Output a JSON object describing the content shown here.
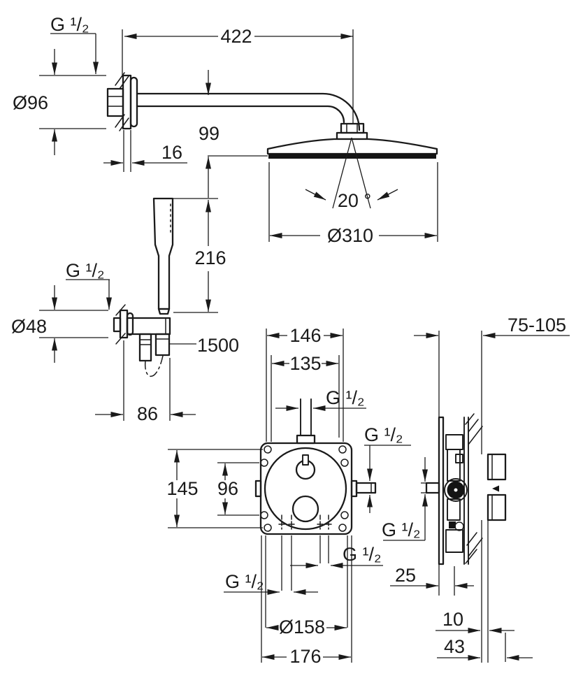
{
  "drawing": {
    "background": "#ffffff",
    "ink": "#1a1a1a",
    "head_shower": {
      "wall_thread": "G ¹/₂",
      "arm_length": "422",
      "wall_flange_diameter": "Ø96",
      "head_offset": "99",
      "flange_thickness": "16",
      "spray_angle": "20 °",
      "head_diameter": "Ø310"
    },
    "hand_shower": {
      "wall_thread": "G ¹/₂",
      "hand_shower_length": "216",
      "hose_length": "1500",
      "holder_flange_diameter": "Ø48",
      "outlet_offset": "86"
    },
    "mixer_front_view": {
      "outer_hole_spacing_width": "146",
      "inner_hole_spacing_width": "135",
      "top_outlet_thread": "G ¹/₂",
      "outer_hole_spacing_height": "145",
      "inner_hole_spacing_height": "96",
      "bottom_left_thread": "G ¹/₂",
      "bottom_right_thread": "G ¹/₂",
      "cover_plate_diameter": "Ø158",
      "box_width": "176"
    },
    "mixer_side_view": {
      "installation_depth_range": "75-105",
      "side_outlet_thread": "G ¹/₂",
      "front_outlet_thread": "G ¹/₂",
      "front_clearance": "25",
      "wall_plate_offset": "10",
      "connection_depth": "43"
    }
  }
}
